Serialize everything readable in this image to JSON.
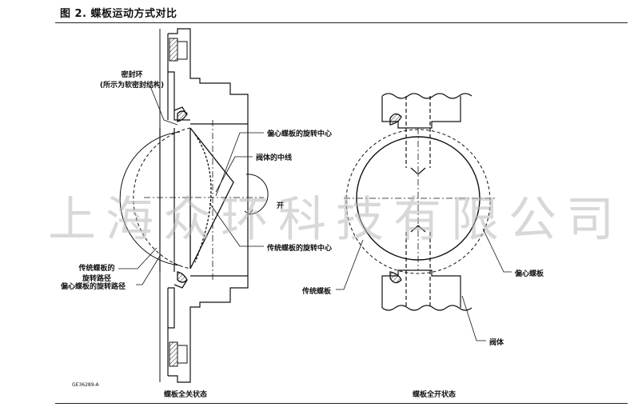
{
  "figure": {
    "title": "图 2. 蝶板运动方式对比",
    "doc_code": "GE36289-A",
    "watermark": "上海众环科技有限公司"
  },
  "labels": {
    "seal_ring_line1": "密封环",
    "seal_ring_line2": "(所示为软密封结构)",
    "eccentric_center": "偏心蝶板的旋转中心",
    "body_centerline": "阀体的中线",
    "open": "开",
    "traditional_center": "传统蝶板的旋转中心",
    "traditional_path_line1": "传统蝶板的",
    "traditional_path_line2": "旋转路径",
    "eccentric_path": "偏心蝶板的旋转路径",
    "closed_state": "蝶板全关状态",
    "traditional_disc": "传统蝶板",
    "eccentric_disc": "偏心蝶板",
    "valve_body": "阀体",
    "open_state": "蝶板全开状态"
  }
}
